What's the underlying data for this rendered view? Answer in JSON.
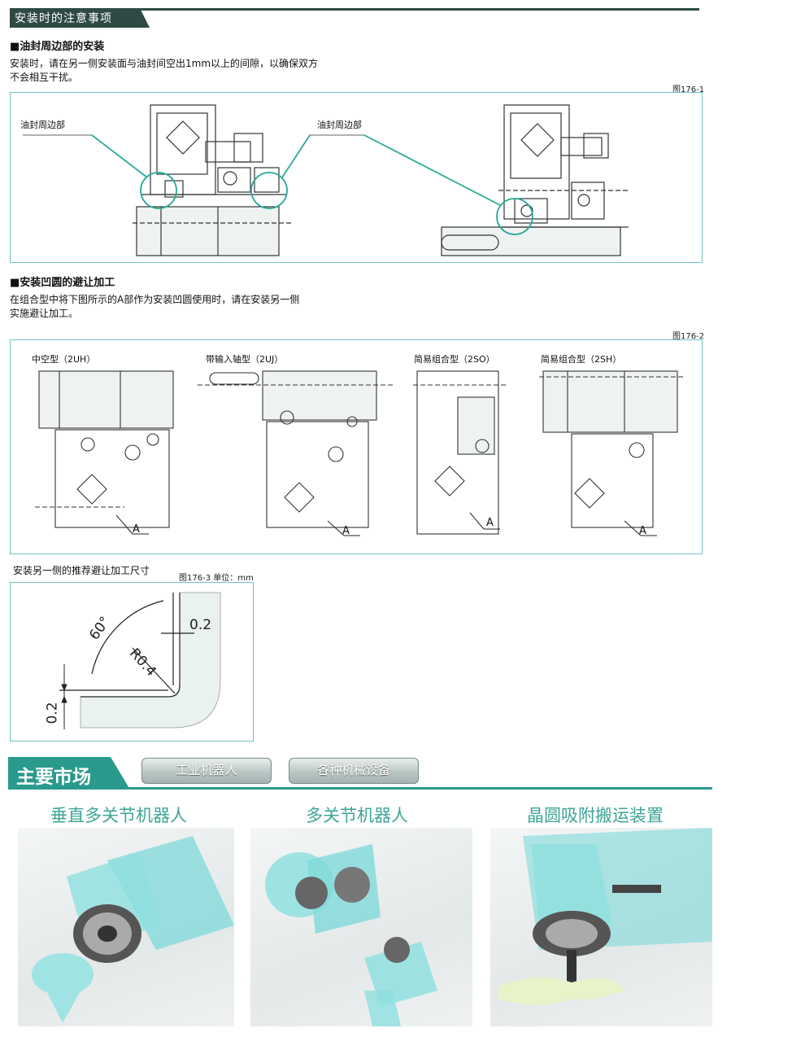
{
  "header": {
    "title": "安装时的注意事项"
  },
  "section1": {
    "heading": "■油封周边部的安装",
    "text_line1": "安装时，请在另一侧安装面与油封间空出1mm以上的间隙，以确保双方",
    "text_line2": "不会相互干扰。",
    "figure_label": "图176-1",
    "callout_left": "油封周边部",
    "callout_right": "油封周边部"
  },
  "section2": {
    "heading": "■安装凹圆的避让加工",
    "text_line1": "在组合型中将下图所示的A部作为安装凹圆使用时，请在安装另一侧",
    "text_line2": "实施避让加工。",
    "figure_label": "图176-2",
    "types": [
      {
        "label": "中空型（2UH）",
        "marker": "A"
      },
      {
        "label": "带输入轴型（2UJ）",
        "marker": "A"
      },
      {
        "label": "简易组合型（2SO）",
        "marker": "A"
      },
      {
        "label": "简易组合型（2SH）",
        "marker": "A"
      }
    ]
  },
  "section3": {
    "caption": "安装另一侧的推荐避让加工尺寸",
    "figure_label": "图176-3 单位：mm",
    "dims": {
      "angle": "60°",
      "radius": "R0.4",
      "offset_top": "0.2",
      "offset_left": "0.2"
    }
  },
  "markets": {
    "title": "主要市场",
    "tags": [
      "工业机器人",
      "各种机械设备"
    ],
    "items": [
      {
        "label": "垂直多关节机器人"
      },
      {
        "label": "多关节机器人"
      },
      {
        "label": "晶圆吸附搬运装置"
      }
    ]
  },
  "colors": {
    "header_dark": "#2f4a45",
    "accent_teal": "#2a9a8c",
    "frame_teal": "#6cc4c0",
    "market_text": "#3ea597"
  }
}
